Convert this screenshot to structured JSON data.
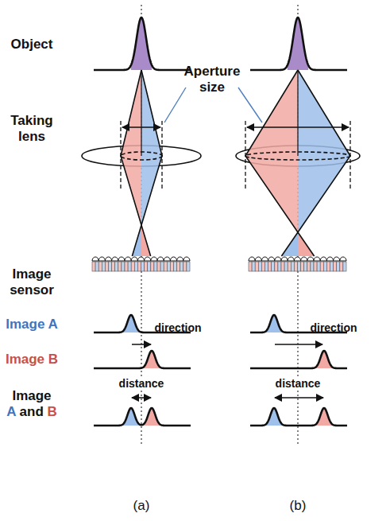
{
  "diagram": {
    "labels": [
      "Object",
      "Aperture size",
      "Taking lens",
      "Image sensor",
      "Image A",
      "direction",
      "direction",
      "Image B",
      "distance",
      "distance",
      "Image A and B",
      "(a)",
      "(b)"
    ]
  }
}
